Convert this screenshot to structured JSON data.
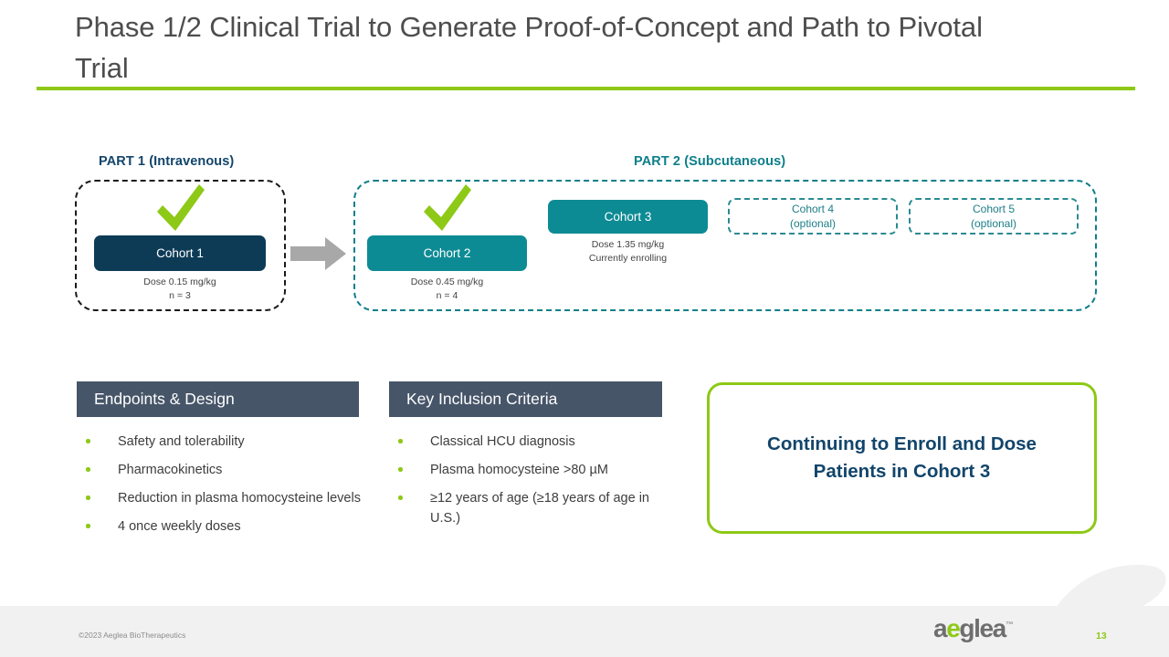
{
  "slide": {
    "title": "Phase 1/2 Clinical Trial to Generate Proof-of-Concept and Path to Pivotal Trial",
    "accent_green": "#8dc916",
    "navy": "#0d3b56",
    "teal": "#0d8b94",
    "slate": "#475569"
  },
  "diagram": {
    "part1": {
      "label": "PART 1 (Intravenous)",
      "cohort": {
        "name": "Cohort 1",
        "dose": "Dose 0.15 mg/kg",
        "n": "n = 3",
        "status_icon": "check-icon"
      }
    },
    "part2": {
      "label": "PART 2 (Subcutaneous)",
      "cohorts": [
        {
          "name": "Cohort 2",
          "dose": "Dose 0.45 mg/kg",
          "n": "n = 4",
          "status_icon": "check-icon"
        },
        {
          "name": "Cohort 3",
          "dose": "Dose 1.35 mg/kg",
          "status": "Currently enrolling"
        },
        {
          "name": "Cohort 4",
          "note": "(optional)"
        },
        {
          "name": "Cohort 5",
          "note": "(optional)"
        }
      ]
    },
    "flow_icon": "right-arrow-icon"
  },
  "panels": {
    "endpoints": {
      "header": "Endpoints & Design",
      "items": [
        "Safety and tolerability",
        "Pharmacokinetics",
        "Reduction in plasma homocysteine levels",
        "4 once weekly doses"
      ]
    },
    "inclusion": {
      "header": "Key Inclusion Criteria",
      "items": [
        "Classical HCU diagnosis",
        "Plasma homocysteine >80 µM",
        "≥12 years of age (≥18 years of age in U.S.)"
      ]
    },
    "callout": {
      "text": "Continuing to Enroll and Dose Patients in Cohort 3"
    }
  },
  "footer": {
    "copyright": "©2023 Aeglea BioTherapeutics",
    "page_number": "13",
    "logo": {
      "prefix": "a",
      "highlight": "e",
      "suffix": "glea",
      "trademark": "™"
    }
  }
}
